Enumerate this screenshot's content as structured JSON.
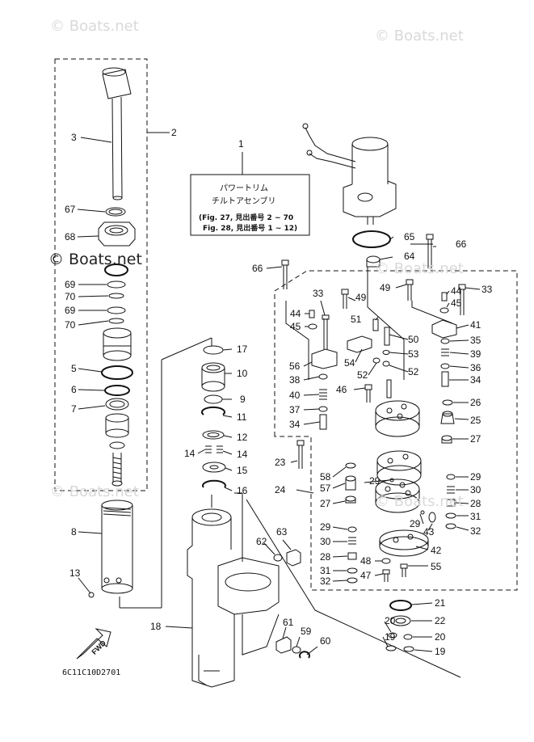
{
  "watermarks": {
    "top_left": "© Boats.net",
    "top_right": "© Boats.net",
    "mid_left": "© Boats.net",
    "mid_right": "© Boats.net",
    "lower_left": "© Boats.net",
    "lower_right": "© Boats.net"
  },
  "title_box": {
    "callout": "1",
    "line1": "パワートリム",
    "line2": "チルトアセンブリ",
    "line3": "(Fig. 27, 見出番号 2 ~ 70",
    "line4": "Fig. 28, 見出番号 1 ~ 12)"
  },
  "fwd_label": "FWD",
  "diagram_code": "6C11C10D2701",
  "callouts": {
    "c2": "2",
    "c3": "3",
    "c67": "67",
    "c68": "68",
    "c69a": "69",
    "c70a": "70",
    "c69b": "69",
    "c70b": "70",
    "c5": "5",
    "c6": "6",
    "c7": "7",
    "c8": "8",
    "c13": "13",
    "c17": "17",
    "c10": "10",
    "c9": "9",
    "c11": "11",
    "c12": "12",
    "c14a": "14",
    "c14b": "14",
    "c15": "15",
    "c16": "16",
    "c18": "18",
    "c62": "62",
    "c63": "63",
    "c61": "61",
    "c59": "59",
    "c60": "60",
    "c65": "65",
    "c66a": "66",
    "c64": "64",
    "c66b": "66",
    "c33a": "33",
    "c49a": "49",
    "c44a": "44",
    "c45a": "45",
    "c51": "51",
    "c50": "50",
    "c53": "53",
    "c54": "54",
    "c52a": "52",
    "c52b": "52",
    "c56": "56",
    "c38": "38",
    "c40": "40",
    "c46": "46",
    "c37": "37",
    "c34a": "34",
    "c49b": "49",
    "c44b": "44",
    "c45b": "45",
    "c33b": "33",
    "c41": "41",
    "c35": "35",
    "c39": "39",
    "c36": "36",
    "c34b": "34",
    "c26": "26",
    "c25": "25",
    "c27a": "27",
    "c23": "23",
    "c58": "58",
    "c57": "57",
    "c24": "24",
    "c29a": "29",
    "c27b": "27",
    "c29b": "29",
    "c30a": "30",
    "c28a": "28",
    "c31a": "31",
    "c32a": "32",
    "c29c": "29",
    "c43": "43",
    "c29d": "29",
    "c30b": "30",
    "c28b": "28",
    "c31b": "31",
    "c32b": "32",
    "c42": "42",
    "c48": "48",
    "c47": "47",
    "c55": "55",
    "c21": "21",
    "c20a": "20",
    "c22": "22",
    "c19a": "19",
    "c20b": "20",
    "c19b": "19"
  }
}
